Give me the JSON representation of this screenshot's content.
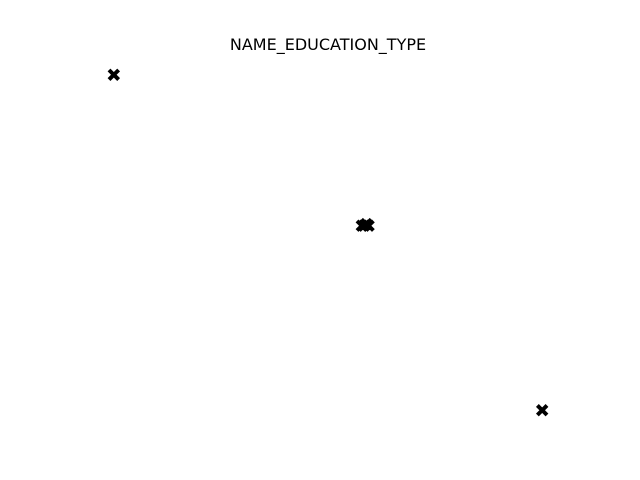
{
  "chart_data": {
    "type": "scatter",
    "title": "NAME_EDUCATION_TYPE",
    "xlabel": "",
    "ylabel": "",
    "axes_visible": false,
    "grid": false,
    "marker": "X",
    "marker_color": "#000000",
    "xlim": [
      -1.1,
      1.1
    ],
    "ylim": [
      -1.1,
      1.1
    ],
    "points": [
      {
        "x": -0.95,
        "y": 1.0
      },
      {
        "x": 0.15,
        "y": 0.1
      },
      {
        "x": 0.16,
        "y": 0.1
      },
      {
        "x": 0.17,
        "y": 0.11
      },
      {
        "x": 0.18,
        "y": 0.1
      },
      {
        "x": 0.95,
        "y": -1.0
      }
    ]
  }
}
